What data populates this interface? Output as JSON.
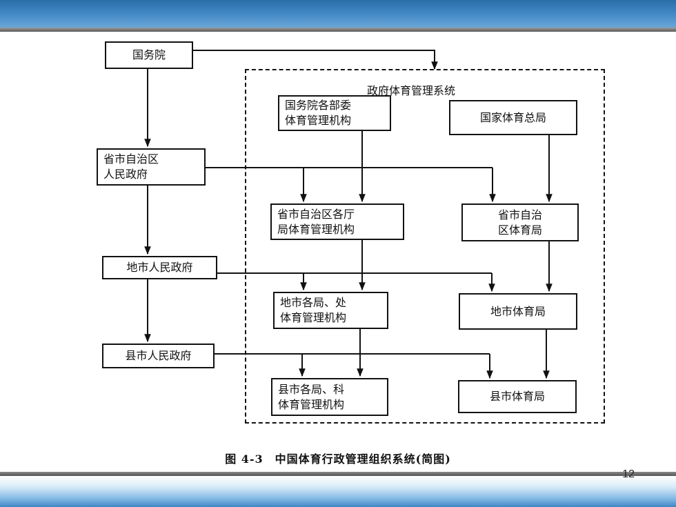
{
  "diagram": {
    "system_label": "政府体育管理系统",
    "caption": "图 4-3　中国体育行政管理组织系统(简图)",
    "page_number": "12",
    "government_nodes": {
      "state_council": [
        "国务院"
      ],
      "provincial_government": [
        "省市自治区",
        "人民政府"
      ],
      "prefecture_government": [
        "地市人民政府"
      ],
      "county_government": [
        "县市人民政府"
      ]
    },
    "ministry_nodes": {
      "state_ministries": [
        "国务院各部委",
        "体育管理机构"
      ],
      "provincial_departments": [
        "省市自治区各厅",
        "局体育管理机构"
      ],
      "prefecture_departments": [
        "地市各局、处",
        "体育管理机构"
      ],
      "county_departments": [
        "县市各局、科",
        "体育管理机构"
      ]
    },
    "sports_bureau_nodes": {
      "national_bureau": [
        "国家体育总局"
      ],
      "provincial_bureau": [
        "省市自治",
        "区体育局"
      ],
      "prefecture_bureau": [
        "地市体育局"
      ],
      "county_bureau": [
        "县市体育局"
      ]
    }
  }
}
